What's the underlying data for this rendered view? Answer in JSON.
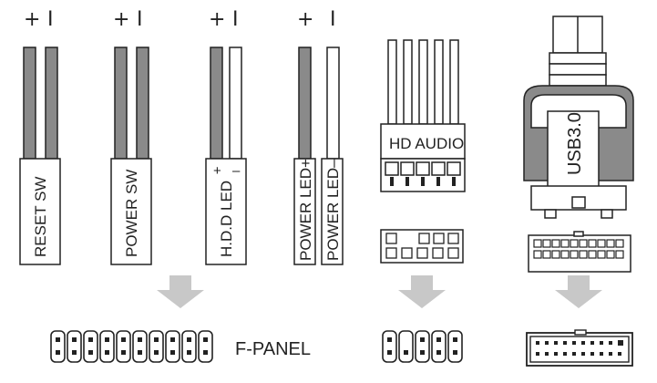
{
  "connectors": [
    {
      "id": "reset-sw",
      "label": "RESET SW",
      "pos_sign": "+",
      "neg_sign": "I",
      "wire_pos_color": "#8a8a8a",
      "wire_neg_color": "#8a8a8a"
    },
    {
      "id": "power-sw",
      "label": "POWER SW",
      "pos_sign": "+",
      "neg_sign": "I",
      "wire_pos_color": "#8a8a8a",
      "wire_neg_color": "#8a8a8a"
    },
    {
      "id": "hdd-led",
      "label": "H.D.D LED",
      "pos_sign": "+",
      "neg_sign": "I",
      "plug_plus": "+",
      "plug_minus": "–",
      "wire_pos_color": "#8a8a8a",
      "wire_neg_color": "#ffffff"
    },
    {
      "id": "power-led",
      "label_pos": "POWER LED+",
      "label_neg": "POWER LED–",
      "pos_sign": "+",
      "neg_sign": "I",
      "wire_pos_color": "#8a8a8a",
      "wire_neg_color": "#ffffff"
    }
  ],
  "hd_audio": {
    "label": "HD AUDIO"
  },
  "usb3": {
    "label": "USB3.0"
  },
  "f_panel": {
    "label": "F-PANEL"
  },
  "colors": {
    "stroke": "#222222",
    "arrow": "#c8c8c8",
    "wire_gray": "#8a8a8a"
  }
}
